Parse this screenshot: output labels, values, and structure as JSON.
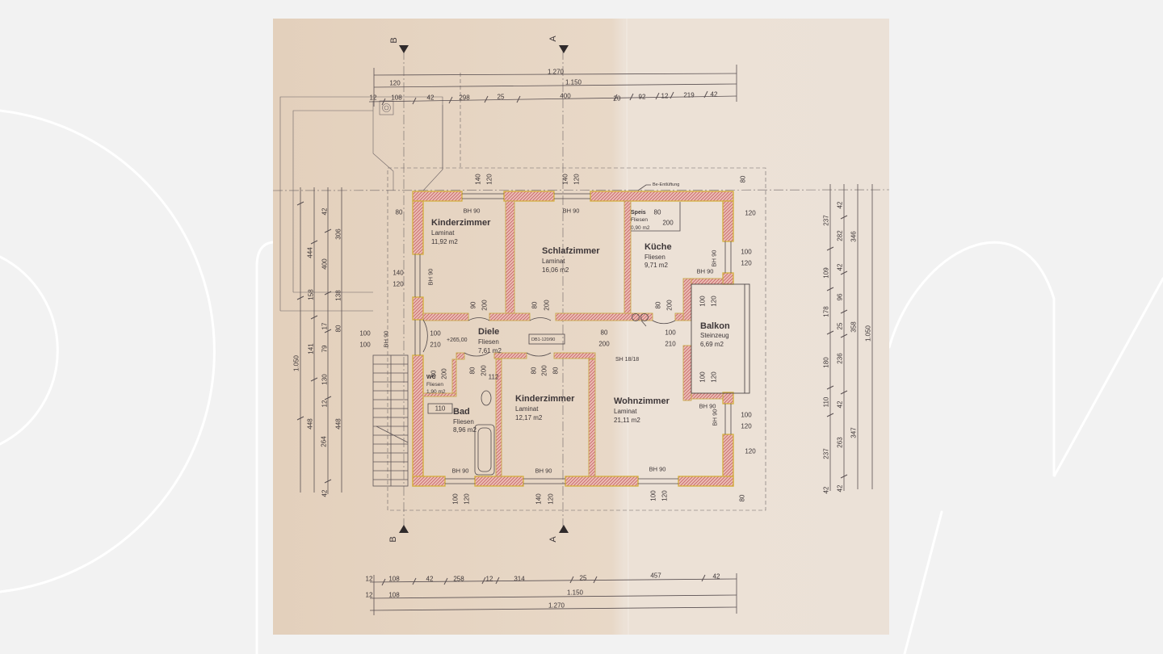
{
  "markers": {
    "top_b": "B",
    "top_a": "A",
    "bottom_b": "B",
    "bottom_a": "A"
  },
  "rooms": {
    "kinderzimmer_1": {
      "name": "Kinderzimmer",
      "floor": "Laminat",
      "area": "11,92 m2"
    },
    "schlafzimmer": {
      "name": "Schlafzimmer",
      "floor": "Laminat",
      "area": "16,06 m2"
    },
    "speis": {
      "name": "Speis",
      "floor": "Fliesen",
      "area": "0,90 m2"
    },
    "kueche": {
      "name": "Küche",
      "floor": "Fliesen",
      "area": "9,71 m2"
    },
    "balkon": {
      "name": "Balkon",
      "floor": "Steinzeug",
      "area": "6,69 m2"
    },
    "diele": {
      "name": "Diele",
      "floor": "Fliesen",
      "area": "7,61 m2"
    },
    "wc": {
      "name": "WC",
      "floor": "Fliesen",
      "area": "1,90 m2"
    },
    "bad": {
      "name": "Bad",
      "floor": "Fliesen",
      "area": "8,96 m2"
    },
    "kinderzimmer_2": {
      "name": "Kinderzimmer",
      "floor": "Laminat",
      "area": "12,17 m2"
    },
    "wohnzimmer": {
      "name": "Wohnzimmer",
      "floor": "Laminat",
      "area": "21,11 m2"
    }
  },
  "annotations": {
    "ventilation": "Be-Entlüftung",
    "elevation": "+265,00",
    "door_type": "DB1-120/90",
    "shaft": "SH 18/18"
  },
  "window_labels": [
    "BH 90",
    "BH 90",
    "BH 90",
    "BH 90",
    "BH 90",
    "BH 90",
    "BH 90",
    "BH 90",
    "BH 90",
    "BH 90",
    "BH 90"
  ],
  "dims": {
    "top": [
      "1.270",
      "120",
      "1.150",
      "12",
      "108",
      "42",
      "298",
      "25",
      "400",
      "20",
      "92",
      "12",
      "219",
      "42"
    ],
    "bottom": [
      "12",
      "108",
      "42",
      "258",
      "12",
      "314",
      "25",
      "457",
      "42",
      "12",
      "108",
      "1.150",
      "1.270"
    ],
    "left": [
      "1.050",
      "444",
      "158",
      "141",
      "448",
      "42",
      "400",
      "17",
      "79",
      "130",
      "12",
      "264",
      "42",
      "306",
      "138",
      "80",
      "448"
    ],
    "right": [
      "237",
      "109",
      "178",
      "180",
      "110",
      "237",
      "42",
      "42",
      "282",
      "42",
      "96",
      "25",
      "236",
      "42",
      "263",
      "42",
      "346",
      "358",
      "347",
      "1.050"
    ],
    "openings": [
      "140",
      "120",
      "140",
      "120",
      "80",
      "80",
      "140",
      "120",
      "120",
      "100",
      "120",
      "100",
      "100",
      "100",
      "120",
      "120",
      "100",
      "120",
      "140",
      "120",
      "100",
      "120",
      "80"
    ],
    "doors": [
      "90",
      "200",
      "80",
      "200",
      "80",
      "200",
      "100",
      "210",
      "80",
      "200",
      "100",
      "210",
      "100",
      "120",
      "100",
      "120",
      "80",
      "200",
      "80",
      "200",
      "80",
      "200",
      "80",
      "112",
      "110",
      "80",
      "200"
    ]
  }
}
